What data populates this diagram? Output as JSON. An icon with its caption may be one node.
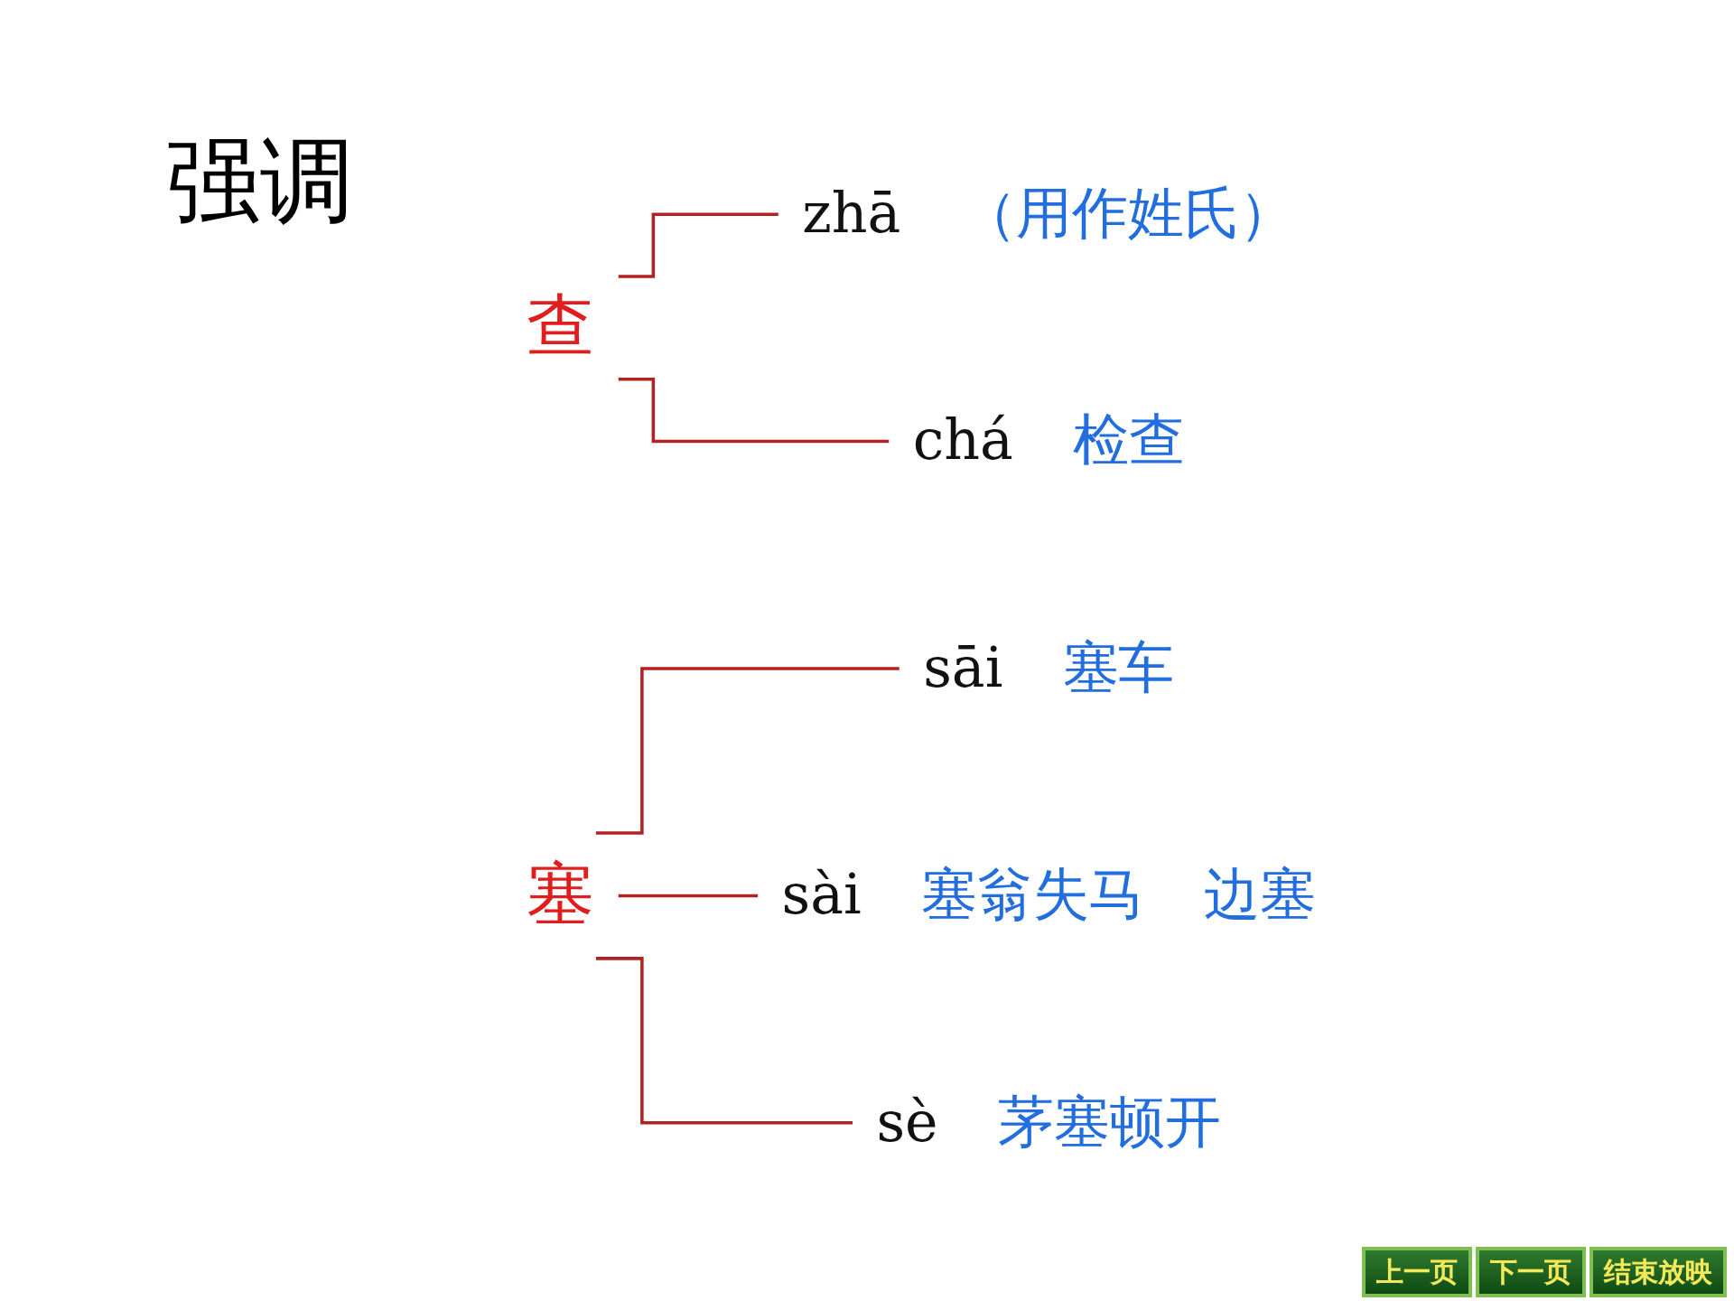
{
  "diagram": {
    "title": "强调",
    "nodes": [
      {
        "text": [
          "查"
        ]
      },
      {
        "text": [
          "zhā"
        ],
        "beside": [
          "（用作姓氏）"
        ]
      },
      {
        "text": [
          "chá"
        ],
        "beside": [
          "检查"
        ]
      },
      {
        "text": [
          "塞"
        ]
      },
      {
        "text": [
          "sāi"
        ],
        "beside": [
          "塞车"
        ]
      },
      {
        "text": [
          "sài"
        ],
        "beside": [
          "塞翁失马",
          "边塞"
        ]
      },
      {
        "text": [
          "sè"
        ],
        "beside": [
          "茅塞顿开"
        ]
      }
    ],
    "edges": [
      {
        "from": 0,
        "to": 1,
        "arrow": "none"
      },
      {
        "from": 0,
        "to": 2,
        "arrow": "none"
      },
      {
        "from": 3,
        "to": 4,
        "arrow": "none"
      },
      {
        "from": 3,
        "to": 5,
        "arrow": "none"
      },
      {
        "from": 3,
        "to": 6,
        "arrow": "none"
      }
    ],
    "labels": [
      "上一页",
      "下一页",
      "结束放映"
    ]
  }
}
